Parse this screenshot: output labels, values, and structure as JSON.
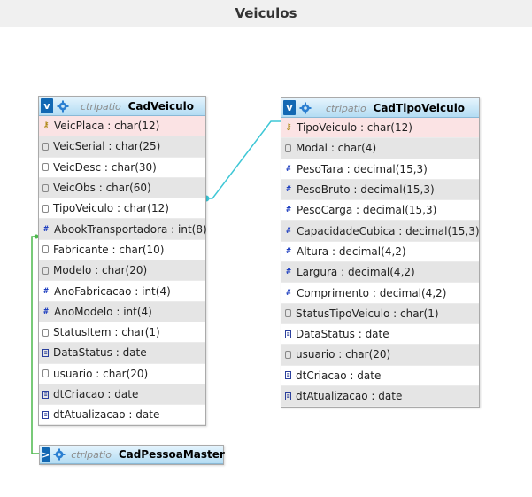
{
  "page": {
    "title": "Veiculos"
  },
  "toggle_expanded": "v",
  "toggle_collapsed": ">",
  "db_name": "ctrlpatio",
  "colors": {
    "header_blue": "#b3dcf3",
    "pk_row": "#fbe3e4",
    "alt_row": "#e5e5e5",
    "link_cyan": "#3ec7d6",
    "link_green": "#4cb84c"
  },
  "tables": [
    {
      "name": "CadVeiculo",
      "expanded": true,
      "columns": [
        {
          "icon": "key-icon",
          "text": "VeicPlaca : char(12)",
          "style": "pk"
        },
        {
          "icon": "string-icon",
          "text": "VeicSerial : char(25)",
          "style": "alt"
        },
        {
          "icon": "string-icon",
          "text": "VeicDesc : char(30)",
          "style": ""
        },
        {
          "icon": "string-icon",
          "text": "VeicObs : char(60)",
          "style": "alt"
        },
        {
          "icon": "string-icon",
          "text": "TipoVeiculo : char(12)",
          "style": ""
        },
        {
          "icon": "number-icon",
          "text": "AbookTransportadora : int(8)",
          "style": "alt"
        },
        {
          "icon": "string-icon",
          "text": "Fabricante : char(10)",
          "style": ""
        },
        {
          "icon": "string-icon",
          "text": "Modelo : char(20)",
          "style": "alt"
        },
        {
          "icon": "number-icon",
          "text": "AnoFabricacao : int(4)",
          "style": ""
        },
        {
          "icon": "number-icon",
          "text": "AnoModelo : int(4)",
          "style": "alt"
        },
        {
          "icon": "string-icon",
          "text": "StatusItem : char(1)",
          "style": ""
        },
        {
          "icon": "date-icon",
          "text": "DataStatus : date",
          "style": "alt"
        },
        {
          "icon": "string-icon",
          "text": "usuario : char(20)",
          "style": ""
        },
        {
          "icon": "date-icon",
          "text": "dtCriacao : date",
          "style": "alt"
        },
        {
          "icon": "date-icon",
          "text": "dtAtualizacao : date",
          "style": ""
        }
      ]
    },
    {
      "name": "CadTipoVeiculo",
      "expanded": true,
      "columns": [
        {
          "icon": "key-icon",
          "text": "TipoVeiculo : char(12)",
          "style": "pk"
        },
        {
          "icon": "string-icon",
          "text": "Modal : char(4)",
          "style": "alt"
        },
        {
          "icon": "number-icon",
          "text": "PesoTara : decimal(15,3)",
          "style": ""
        },
        {
          "icon": "number-icon",
          "text": "PesoBruto : decimal(15,3)",
          "style": "alt"
        },
        {
          "icon": "number-icon",
          "text": "PesoCarga : decimal(15,3)",
          "style": ""
        },
        {
          "icon": "number-icon",
          "text": "CapacidadeCubica : decimal(15,3)",
          "style": "alt"
        },
        {
          "icon": "number-icon",
          "text": "Altura : decimal(4,2)",
          "style": ""
        },
        {
          "icon": "number-icon",
          "text": "Largura : decimal(4,2)",
          "style": "alt"
        },
        {
          "icon": "number-icon",
          "text": "Comprimento : decimal(4,2)",
          "style": ""
        },
        {
          "icon": "string-icon",
          "text": "StatusTipoVeiculo : char(1)",
          "style": "alt"
        },
        {
          "icon": "date-icon",
          "text": "DataStatus : date",
          "style": ""
        },
        {
          "icon": "string-icon",
          "text": "usuario : char(20)",
          "style": "alt"
        },
        {
          "icon": "date-icon",
          "text": "dtCriacao : date",
          "style": ""
        },
        {
          "icon": "date-icon",
          "text": "dtAtualizacao : date",
          "style": "alt"
        }
      ]
    },
    {
      "name": "CadPessoaMaster",
      "expanded": false,
      "columns": []
    }
  ]
}
